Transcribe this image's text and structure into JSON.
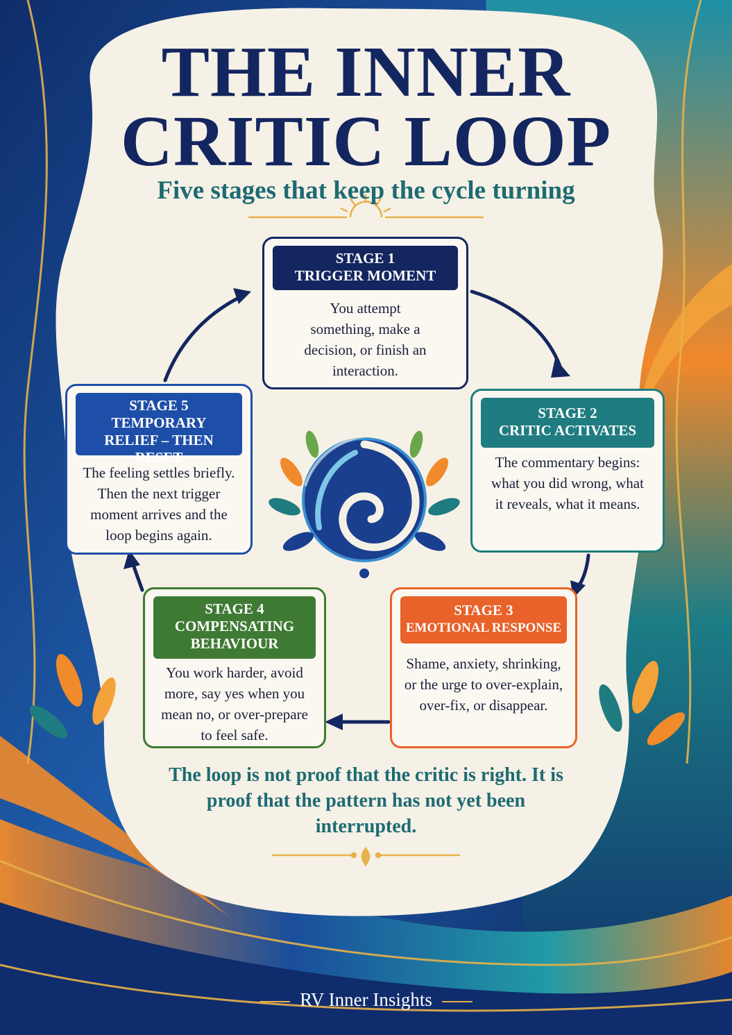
{
  "title_line1": "THE INNER",
  "title_line2": "CRITIC LOOP",
  "subtitle": "Five stages that keep the cycle turning",
  "stages": [
    {
      "label": "STAGE 1",
      "name": "TRIGGER MOMENT",
      "color": "#14265f",
      "text": "You attempt something, make a decision, or finish an interaction."
    },
    {
      "label": "STAGE 2",
      "name": "CRITIC ACTIVATES",
      "color": "#1f7c80",
      "text": "The commentary begins: what you did wrong, what it reveals, what it means."
    },
    {
      "label": "STAGE 3",
      "name": "EMOTIONAL RESPONSE",
      "color": "#e8622a",
      "text": "Shame, anxiety, shrinking, or the urge to over-explain, over-fix, or disappear."
    },
    {
      "label": "STAGE 4",
      "name": "COMPENSATING BEHAVIOUR",
      "color": "#3f7a34",
      "text": "You work harder, avoid more, say yes when you mean no, or over-prepare to feel safe."
    },
    {
      "label": "STAGE 5",
      "name": "TEMPORARY RELIEF – THEN RESET",
      "color": "#1e4fa8",
      "text": "The feeling settles briefly. Then the next trigger moment arrives and the loop begins again."
    }
  ],
  "quote": "The loop is not proof that the critic is right. It is proof that the pattern has not yet been interrupted.",
  "footer": "RV Inner Insights",
  "colors": {
    "navy": "#14265f",
    "teal": "#1f7c80",
    "orange": "#e8622a",
    "green": "#3f7a34",
    "blue": "#1e4fa8",
    "gold": "#e7b14a",
    "cream": "#f6f1e6"
  },
  "icons": [
    "sunburst-icon",
    "swirl-emblem-icon",
    "leaf-icon",
    "arrow-icon",
    "ornament-icon"
  ]
}
